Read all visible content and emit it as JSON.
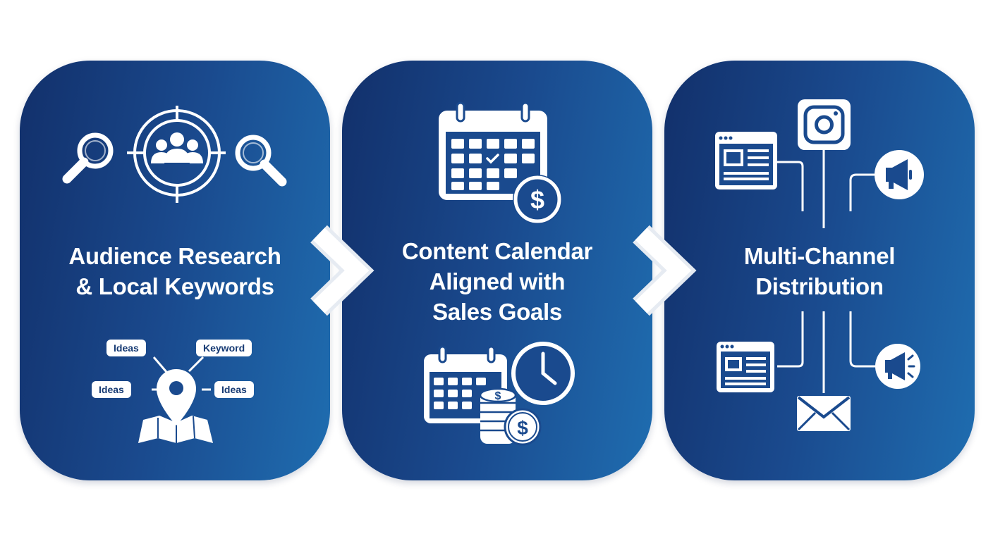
{
  "steps": [
    {
      "title_lines": [
        "Audience Research",
        "& Local Keywords"
      ]
    },
    {
      "title_lines": [
        "Content Calendar",
        "Aligned with",
        "Sales Goals"
      ]
    },
    {
      "title_lines": [
        "Multi-Channel",
        "Distribution"
      ]
    }
  ],
  "keyword_map": {
    "top_left": "Ideas",
    "top_right": "Keyword",
    "mid_left": "Ideas",
    "mid_right": "Ideas"
  },
  "colors": {
    "card_gradient_start": "#12306b",
    "card_gradient_end": "#1f6db0",
    "icon": "#ffffff",
    "bubble_text": "#163a73"
  },
  "icons": {
    "step1_top": [
      "magnifier-icon",
      "target-audience-icon",
      "magnifier-icon"
    ],
    "step1_bottom": [
      "map-pin-icon"
    ],
    "step2_top": [
      "calendar-check-icon",
      "dollar-coin-icon"
    ],
    "step2_bottom": [
      "calendar-icon",
      "clock-icon",
      "coin-stack-icon"
    ],
    "step3": [
      "browser-window-icon",
      "instagram-icon",
      "megaphone-icon",
      "envelope-icon"
    ]
  }
}
